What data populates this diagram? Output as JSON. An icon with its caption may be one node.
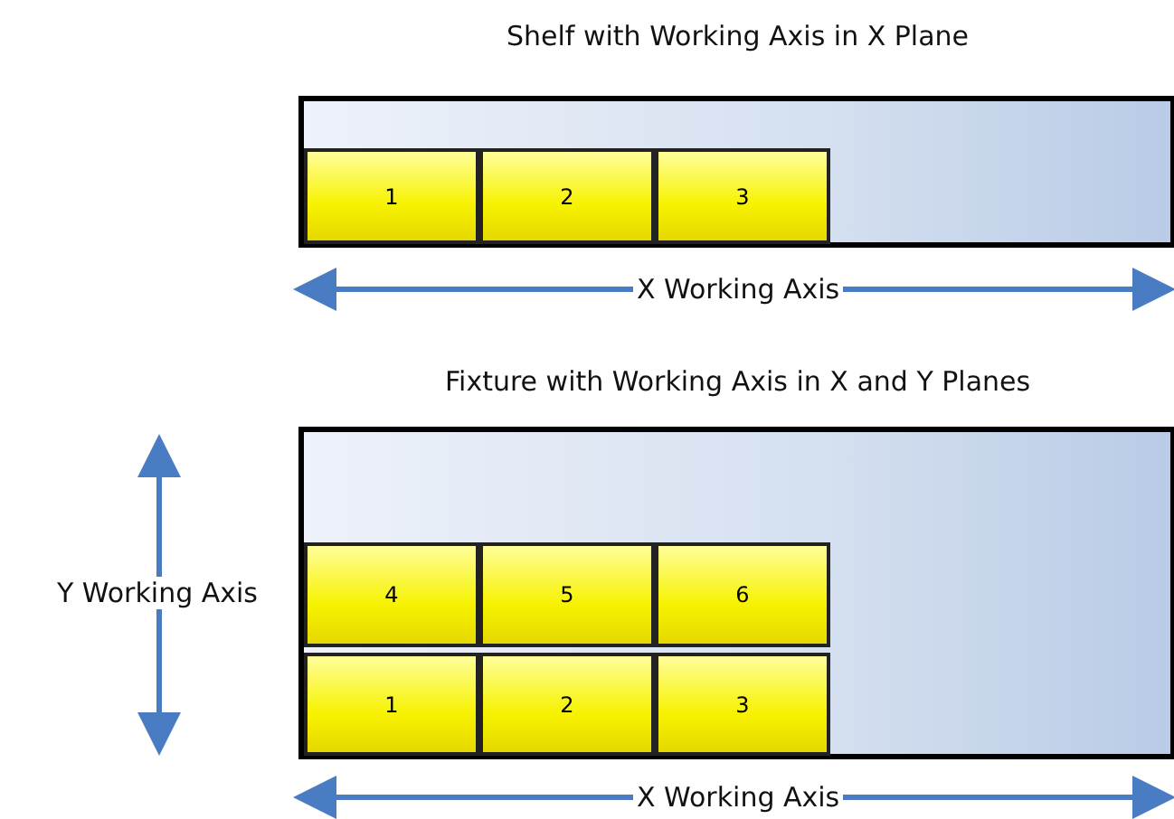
{
  "diagram": {
    "nodes": [
      {
        "text": [],
        "shape": "box"
      },
      {
        "text": [
          "1"
        ],
        "in": 0
      },
      {
        "text": [
          "2"
        ],
        "in": 0
      },
      {
        "text": [
          "3"
        ],
        "in": 0
      },
      {
        "text": [],
        "shape": "box"
      },
      {
        "text": [
          "4"
        ],
        "in": 4
      },
      {
        "text": [
          "5"
        ],
        "in": 4
      },
      {
        "text": [
          "6"
        ],
        "in": 4
      },
      {
        "text": [
          "1"
        ],
        "in": 4
      },
      {
        "text": [
          "2"
        ],
        "in": 4
      },
      {
        "text": [
          "3"
        ],
        "in": 4
      }
    ],
    "edges": [],
    "labels": [
      "Shelf with Working Axis in X Plane",
      "X Working Axis",
      "Fixture with Working Axis in X and Y Planes",
      "Y Working Axis",
      "X Working Axis"
    ]
  }
}
